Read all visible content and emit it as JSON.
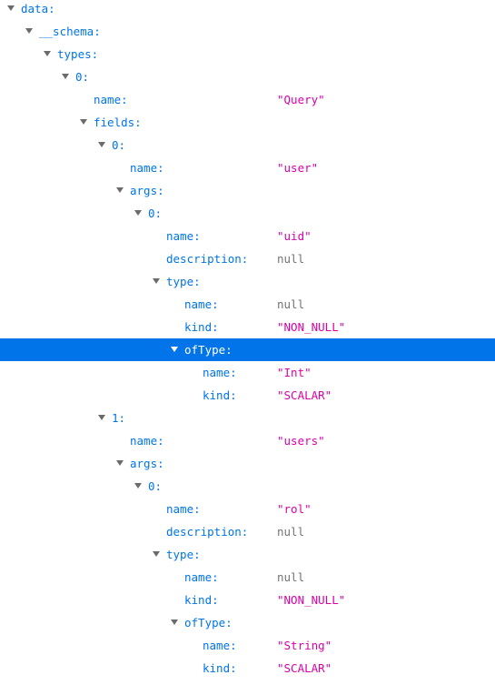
{
  "viewer": {
    "rows": [
      {
        "key": "data:",
        "depth": 0,
        "expandable": true
      },
      {
        "key": "__schema:",
        "depth": 1,
        "expandable": true
      },
      {
        "key": "types:",
        "depth": 2,
        "expandable": true
      },
      {
        "key": "0:",
        "depth": 3,
        "expandable": true
      },
      {
        "key": "name:",
        "depth": 4,
        "value": "\"Query\"",
        "value_type": "string"
      },
      {
        "key": "fields:",
        "depth": 4,
        "expandable": true
      },
      {
        "key": "0:",
        "depth": 5,
        "expandable": true
      },
      {
        "key": "name:",
        "depth": 6,
        "value": "\"user\"",
        "value_type": "string"
      },
      {
        "key": "args:",
        "depth": 6,
        "expandable": true
      },
      {
        "key": "0:",
        "depth": 7,
        "expandable": true
      },
      {
        "key": "name:",
        "depth": 8,
        "value": "\"uid\"",
        "value_type": "string"
      },
      {
        "key": "description:",
        "depth": 8,
        "value": "null",
        "value_type": "null"
      },
      {
        "key": "type:",
        "depth": 8,
        "expandable": true
      },
      {
        "key": "name:",
        "depth": 9,
        "value": "null",
        "value_type": "null"
      },
      {
        "key": "kind:",
        "depth": 9,
        "value": "\"NON_NULL\"",
        "value_type": "string"
      },
      {
        "key": "ofType:",
        "depth": 9,
        "expandable": true,
        "selected": true
      },
      {
        "key": "name:",
        "depth": 10,
        "value": "\"Int\"",
        "value_type": "string"
      },
      {
        "key": "kind:",
        "depth": 10,
        "value": "\"SCALAR\"",
        "value_type": "string"
      },
      {
        "key": "1:",
        "depth": 5,
        "expandable": true
      },
      {
        "key": "name:",
        "depth": 6,
        "value": "\"users\"",
        "value_type": "string"
      },
      {
        "key": "args:",
        "depth": 6,
        "expandable": true
      },
      {
        "key": "0:",
        "depth": 7,
        "expandable": true
      },
      {
        "key": "name:",
        "depth": 8,
        "value": "\"rol\"",
        "value_type": "string"
      },
      {
        "key": "description:",
        "depth": 8,
        "value": "null",
        "value_type": "null"
      },
      {
        "key": "type:",
        "depth": 8,
        "expandable": true
      },
      {
        "key": "name:",
        "depth": 9,
        "value": "null",
        "value_type": "null"
      },
      {
        "key": "kind:",
        "depth": 9,
        "value": "\"NON_NULL\"",
        "value_type": "string"
      },
      {
        "key": "ofType:",
        "depth": 9,
        "expandable": true
      },
      {
        "key": "name:",
        "depth": 10,
        "value": "\"String\"",
        "value_type": "string"
      },
      {
        "key": "kind:",
        "depth": 10,
        "value": "\"SCALAR\"",
        "value_type": "string"
      }
    ]
  },
  "colors": {
    "key": "#0074e8",
    "string_value": "#dd00a9",
    "null_value": "#737373",
    "selection": "#0074e8",
    "twisty": "#6b6b6b"
  }
}
